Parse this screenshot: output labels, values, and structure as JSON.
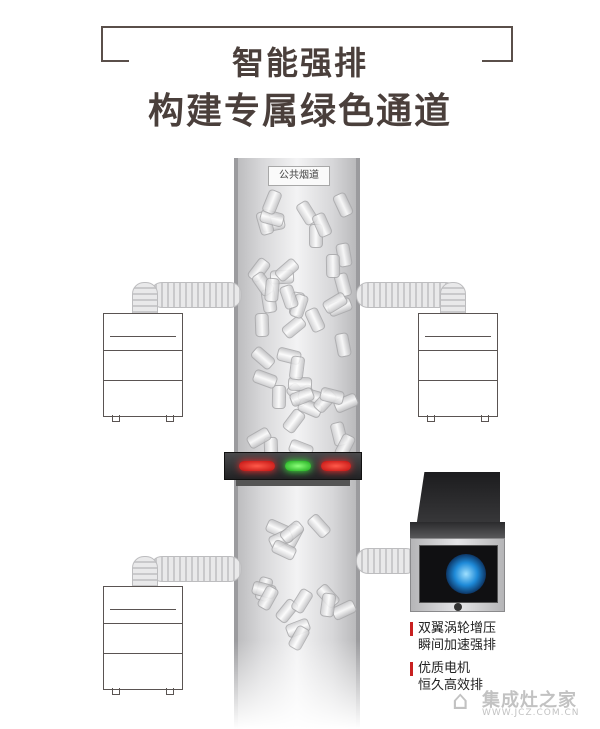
{
  "header": {
    "title_line1": "智能强排",
    "title_line2": "构建专属绿色通道"
  },
  "shaft": {
    "label": "公共烟道"
  },
  "features": [
    {
      "line1": "双翼涡轮增压",
      "line2": "瞬间加速强排"
    },
    {
      "line1": "优质电机",
      "line2": "恒久高效排"
    }
  ],
  "watermark": {
    "logo_icon": "house-icon",
    "name": "集成灶之家",
    "url": "WWW.JCZ.COM.CN"
  },
  "colors": {
    "title": "#4a3f3b",
    "accent_bar": "#c82020",
    "led_red": "#e02020",
    "led_green": "#28c828"
  }
}
